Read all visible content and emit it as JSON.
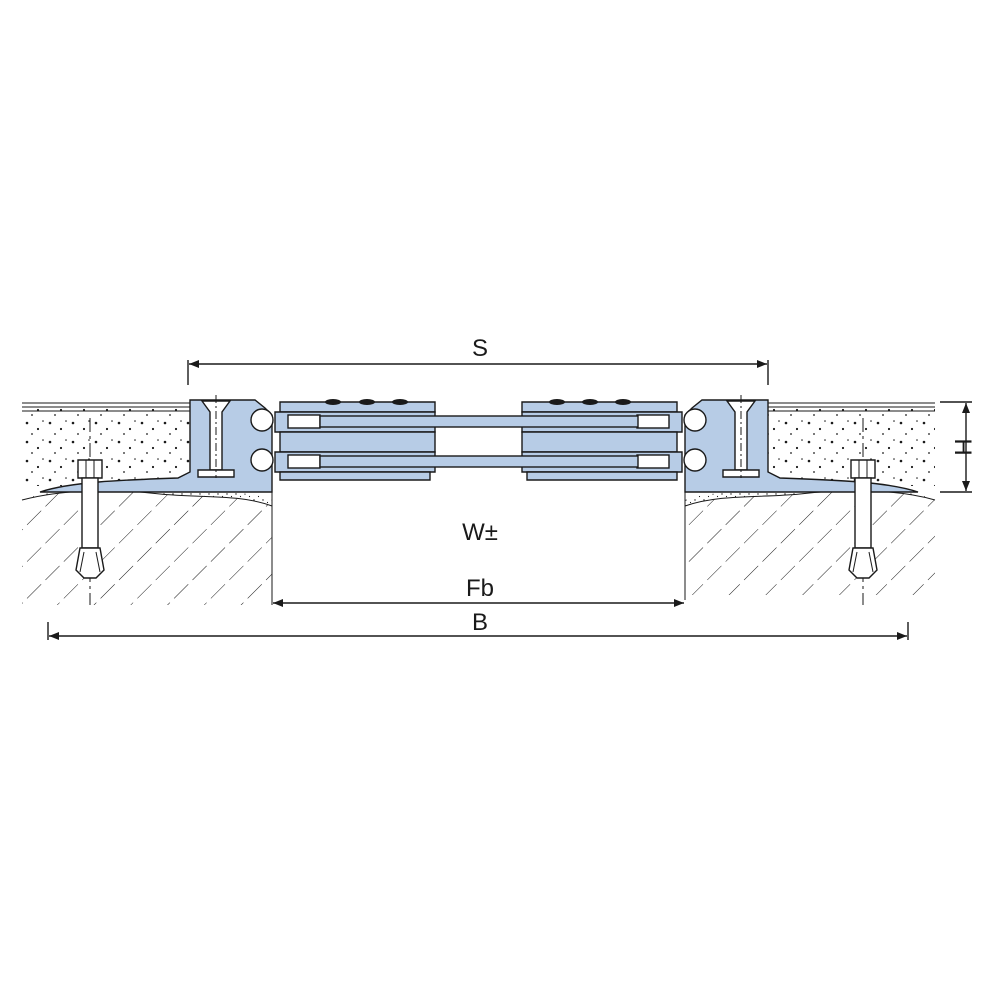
{
  "labels": {
    "s": "S",
    "h": "H",
    "w": "W±",
    "fb": "Fb",
    "b": "B"
  },
  "colors": {
    "profile": "#b7cce6",
    "line": "#1a1a1a",
    "background": "#ffffff"
  }
}
